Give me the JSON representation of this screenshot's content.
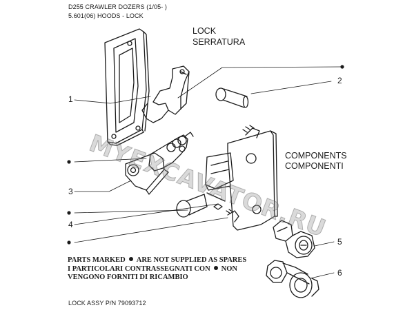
{
  "header": {
    "model": "D255 CRAWLER DOZERS (1/05- )",
    "section": "5.601(06) HOODS - LOCK"
  },
  "title": {
    "line1": "LOCK",
    "line2": "SERRATURA"
  },
  "components": {
    "line1": "COMPONENTS",
    "line2": "COMPONENTI"
  },
  "callouts": [
    "1",
    "2",
    "3",
    "4",
    "5",
    "6"
  ],
  "notes": {
    "en_a": "PARTS MARKED",
    "en_b": "ARE NOT SUPPLIED AS SPARES",
    "it_a": "I PARTICOLARI CONTRASSEGNATI CON",
    "it_b": "NON",
    "it_c": "VENGONO FORNITI DI RICAMBIO"
  },
  "footer": {
    "part_number": "LOCK ASSY P/N 79093712"
  },
  "watermark": "MYEXCAVATOR.RU"
}
